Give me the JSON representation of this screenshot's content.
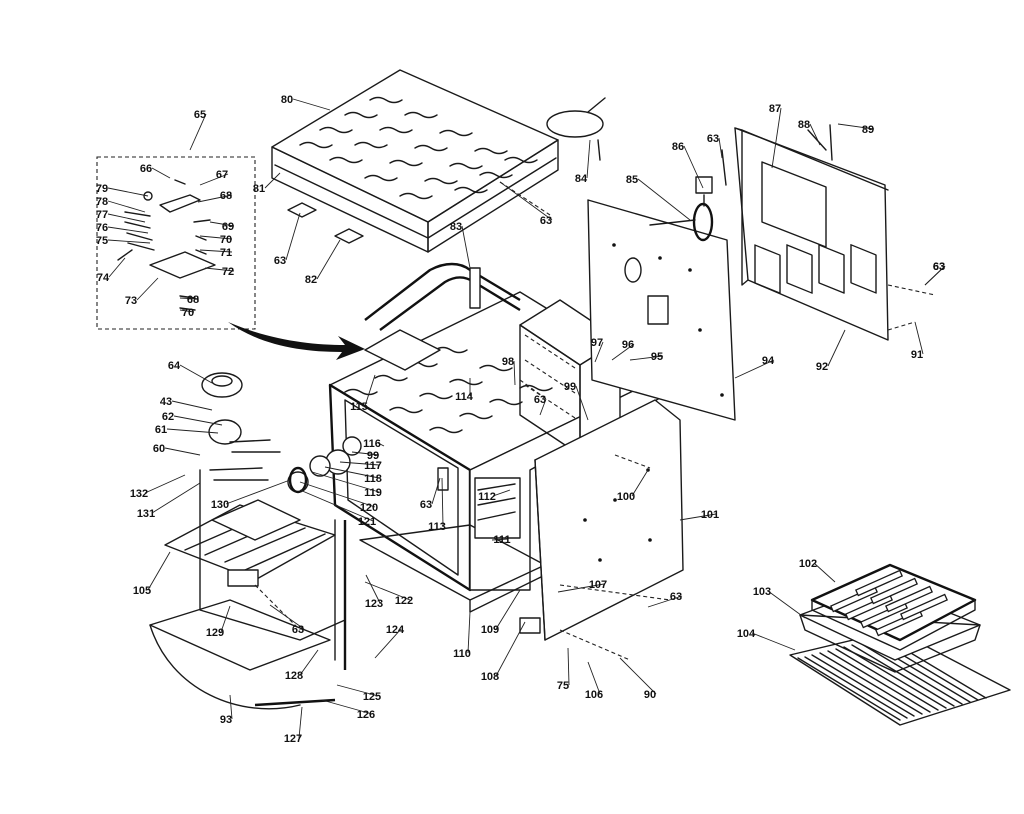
{
  "diagram": {
    "labels": [
      "80",
      "65",
      "66",
      "67",
      "68",
      "79",
      "78",
      "77",
      "76",
      "75",
      "74",
      "73",
      "69",
      "70",
      "71",
      "72",
      "68",
      "70",
      "81",
      "63",
      "82",
      "63",
      "83",
      "84",
      "63",
      "85",
      "86",
      "63",
      "87",
      "88",
      "89",
      "63",
      "91",
      "92",
      "94",
      "95",
      "96",
      "97",
      "98",
      "99",
      "63",
      "64",
      "43",
      "62",
      "61",
      "60",
      "132",
      "131",
      "130",
      "105",
      "129",
      "63",
      "93",
      "128",
      "127",
      "125",
      "126",
      "124",
      "123",
      "122",
      "110",
      "109",
      "108",
      "75",
      "106",
      "90",
      "107",
      "63",
      "101",
      "100",
      "111",
      "112",
      "113",
      "63",
      "114",
      "115",
      "116",
      "99",
      "117",
      "118",
      "119",
      "120",
      "121",
      "102",
      "103",
      "104"
    ],
    "colors": {
      "ink": "#1a1a1a",
      "paper": "#ffffff"
    }
  }
}
